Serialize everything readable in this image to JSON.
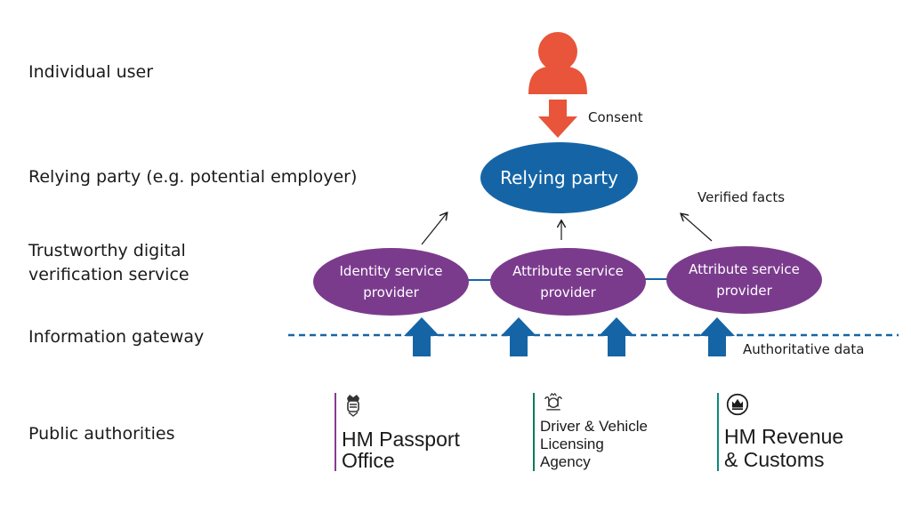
{
  "layers": {
    "individual_user": "Individual user",
    "relying_party": "Relying party (e.g. potential employer)",
    "trust_line1": "Trustworthy digital",
    "trust_line2": "verification service",
    "information_gateway": "Information gateway",
    "public_authorities": "Public authorities"
  },
  "annotations": {
    "consent": "Consent",
    "verified_facts": "Verified facts",
    "authoritative_data": "Authoritative data"
  },
  "nodes": {
    "relying_party": "Relying party",
    "provider1_line1": "Identity service",
    "provider1_line2": "provider",
    "provider2_line1": "Attribute service",
    "provider2_line2": "provider",
    "provider3_line1": "Attribute service",
    "provider3_line2": "provider"
  },
  "authorities": {
    "hmpo": {
      "line1": "HM Passport",
      "line2": "Office"
    },
    "dvla": {
      "line1": "Driver & Vehicle",
      "line2": "Licensing",
      "line3": "Agency"
    },
    "hmrc": {
      "line1": "HM Revenue",
      "line2": "& Customs"
    }
  },
  "colors": {
    "user": "#e8553a",
    "relying_party": "#1565a6",
    "provider": "#7b3b8d",
    "gateway_arrow": "#1565a6"
  },
  "icons": [
    "person-icon",
    "consent-arrow-icon",
    "gateway-arrow-icon",
    "crest-icon"
  ]
}
